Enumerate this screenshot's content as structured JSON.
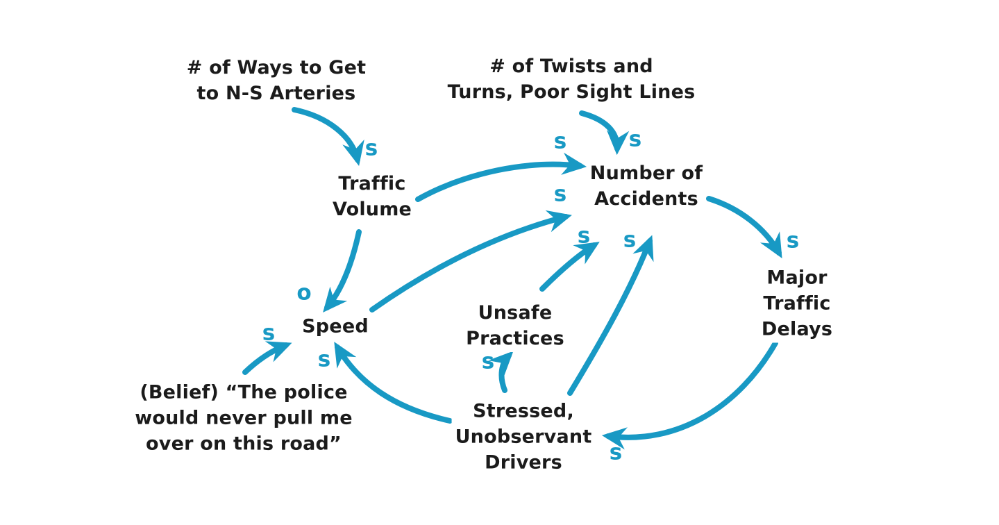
{
  "diagram": {
    "type": "causal-loop-diagram",
    "colors": {
      "arrow": "#1899c4",
      "polarity_label": "#1899c4",
      "text": "#1b1b1b",
      "background": "#ffffff"
    },
    "nodes": [
      {
        "id": "ways",
        "label": "# of Ways to Get\nto N-S Arteries"
      },
      {
        "id": "twists",
        "label": "# of Twists and\nTurns, Poor Sight Lines"
      },
      {
        "id": "traffic_volume",
        "label": "Traffic\nVolume"
      },
      {
        "id": "accidents",
        "label": "Number of\nAccidents"
      },
      {
        "id": "speed",
        "label": "Speed"
      },
      {
        "id": "unsafe",
        "label": "Unsafe\nPractices"
      },
      {
        "id": "delays",
        "label": "Major\nTraffic\nDelays"
      },
      {
        "id": "belief",
        "label": "(Belief) “The police\nwould never pull me\nover on this road”"
      },
      {
        "id": "stressed",
        "label": "Stressed,\nUnobservant\nDrivers"
      }
    ],
    "links": [
      {
        "from": "ways",
        "to": "traffic_volume",
        "polarity": "s"
      },
      {
        "from": "twists",
        "to": "accidents",
        "polarity": "s"
      },
      {
        "from": "traffic_volume",
        "to": "accidents",
        "polarity": "s"
      },
      {
        "from": "speed",
        "to": "accidents",
        "polarity": "s"
      },
      {
        "from": "traffic_volume",
        "to": "speed",
        "polarity": "o"
      },
      {
        "from": "belief",
        "to": "speed",
        "polarity": "s"
      },
      {
        "from": "stressed",
        "to": "speed",
        "polarity": "s"
      },
      {
        "from": "stressed",
        "to": "unsafe",
        "polarity": "s"
      },
      {
        "from": "unsafe",
        "to": "accidents",
        "polarity": "s"
      },
      {
        "from": "stressed",
        "to": "accidents",
        "polarity": "s"
      },
      {
        "from": "accidents",
        "to": "delays",
        "polarity": "s"
      },
      {
        "from": "delays",
        "to": "stressed",
        "polarity": "s"
      }
    ]
  }
}
